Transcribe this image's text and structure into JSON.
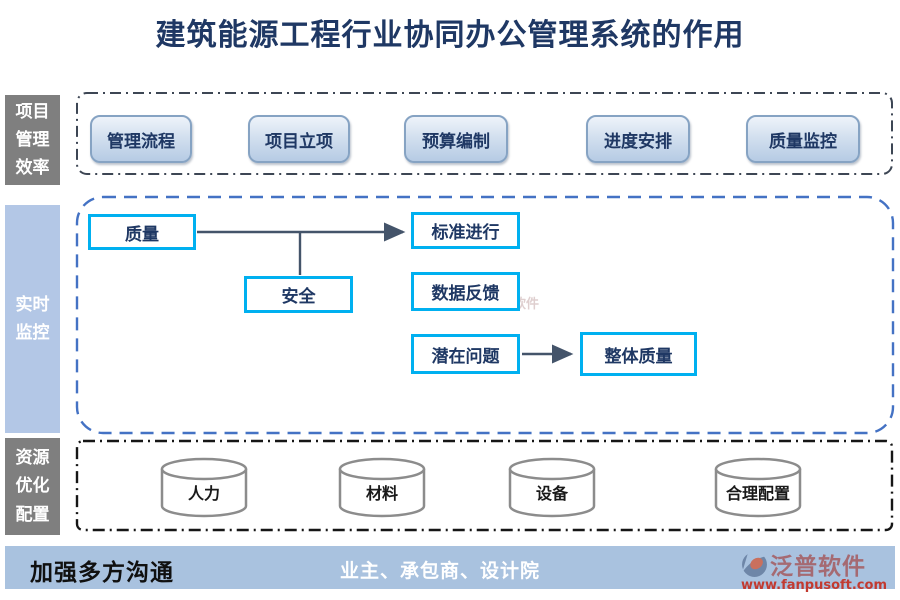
{
  "title": "建筑能源工程行业协同办公管理系统的作用",
  "colors": {
    "title_navy": "#1f3864",
    "box_border_cyan": "#00b0f0",
    "middle_container_blue": "#4472c4",
    "sidebar_gray": "#7f7f7f",
    "sidebar_blue": "#b3c7e6",
    "footer_blue": "#a9c2df",
    "arrow": "#44546a",
    "brand_red": "#c23a30"
  },
  "sidebar": {
    "items": [
      {
        "label": "项目管理效率"
      },
      {
        "label": "实时监控"
      },
      {
        "label": "资源优化配置"
      }
    ]
  },
  "top_section": {
    "buttons": [
      {
        "label": "管理流程"
      },
      {
        "label": "项目立项"
      },
      {
        "label": "预算编制"
      },
      {
        "label": "进度安排"
      },
      {
        "label": "质量监控"
      }
    ]
  },
  "middle_section": {
    "boxes": {
      "quality": {
        "label": "质量"
      },
      "safety": {
        "label": "安全"
      },
      "standard": {
        "label": "标准进行"
      },
      "feedback": {
        "label": "数据反馈"
      },
      "potential": {
        "label": "潜在问题"
      },
      "overall": {
        "label": "整体质量"
      }
    },
    "arrows": [
      {
        "from": "quality",
        "to": "standard"
      },
      {
        "from": "quality-line",
        "to": "safety"
      },
      {
        "from": "potential",
        "to": "overall"
      }
    ]
  },
  "bottom_section": {
    "cylinders": [
      {
        "label": "人力"
      },
      {
        "label": "材料"
      },
      {
        "label": "设备"
      },
      {
        "label": "合理配置"
      }
    ]
  },
  "footer": {
    "left_label": "加强多方沟通",
    "center_label": "业主、承包商、设计院",
    "brand_name": "泛普软件",
    "brand_url": "www.fanpusoft.com"
  },
  "watermark": {
    "text": "泛普软件"
  }
}
